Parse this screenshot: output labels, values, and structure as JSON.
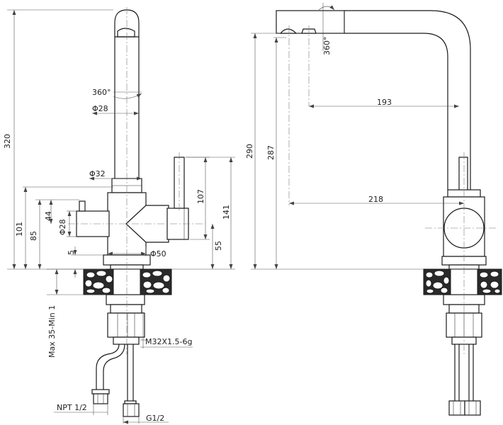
{
  "labels": {
    "rot_left": "360°",
    "phi28_top": "Φ28",
    "phi32": "Φ32",
    "phi28_lever": "Φ28",
    "phi50": "Φ50",
    "dim_320": "320",
    "dim_101": "101",
    "dim_85": "85",
    "dim_44": "44",
    "dim_5": "5",
    "dim_107": "107",
    "dim_141": "141",
    "dim_55": "55",
    "deck": "Max 35-Min 1",
    "thread": "M32X1.5-6g",
    "npt": "NPT 1/2",
    "g12": "G1/2",
    "dim_290": "290",
    "dim_287": "287",
    "rot_right": "360°",
    "dim_193": "193",
    "dim_218": "218"
  }
}
